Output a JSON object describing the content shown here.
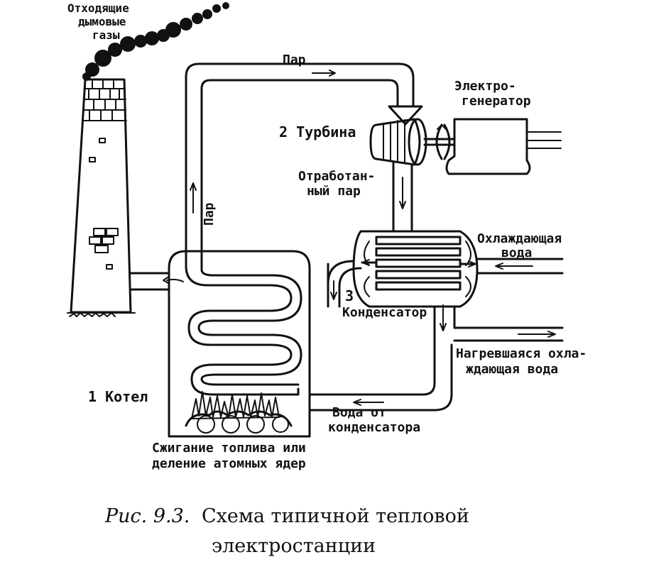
{
  "labels": {
    "flue_gas_line1": "Отходящие",
    "flue_gas_line2": "дымовые",
    "flue_gas_line3": "газы",
    "steam_top": "Пар",
    "steam_vertical": "Пар",
    "generator_line1": "Электро-",
    "generator_line2": "генератор",
    "turbine": "2 Турбина",
    "exhaust_steam_line1": "Отработан-",
    "exhaust_steam_line2": "ный пар",
    "cooling_water_line1": "Охлаждающая",
    "cooling_water_line2": "вода",
    "condenser_num": "3",
    "condenser": "Конденсатор",
    "heated_water_line1": "Нагревшаяся охла-",
    "heated_water_line2": "ждающая вода",
    "boiler": "1 Котел",
    "condensate_line1": "Вода от",
    "condensate_line2": "конденсатора",
    "fuel_line1": "Сжигание топлива или",
    "fuel_line2": "деление атомных ядер"
  },
  "caption": {
    "prefix": "Рис. 9.3.",
    "line1": "Схема типичной тепловой",
    "line2": "электростанции"
  }
}
